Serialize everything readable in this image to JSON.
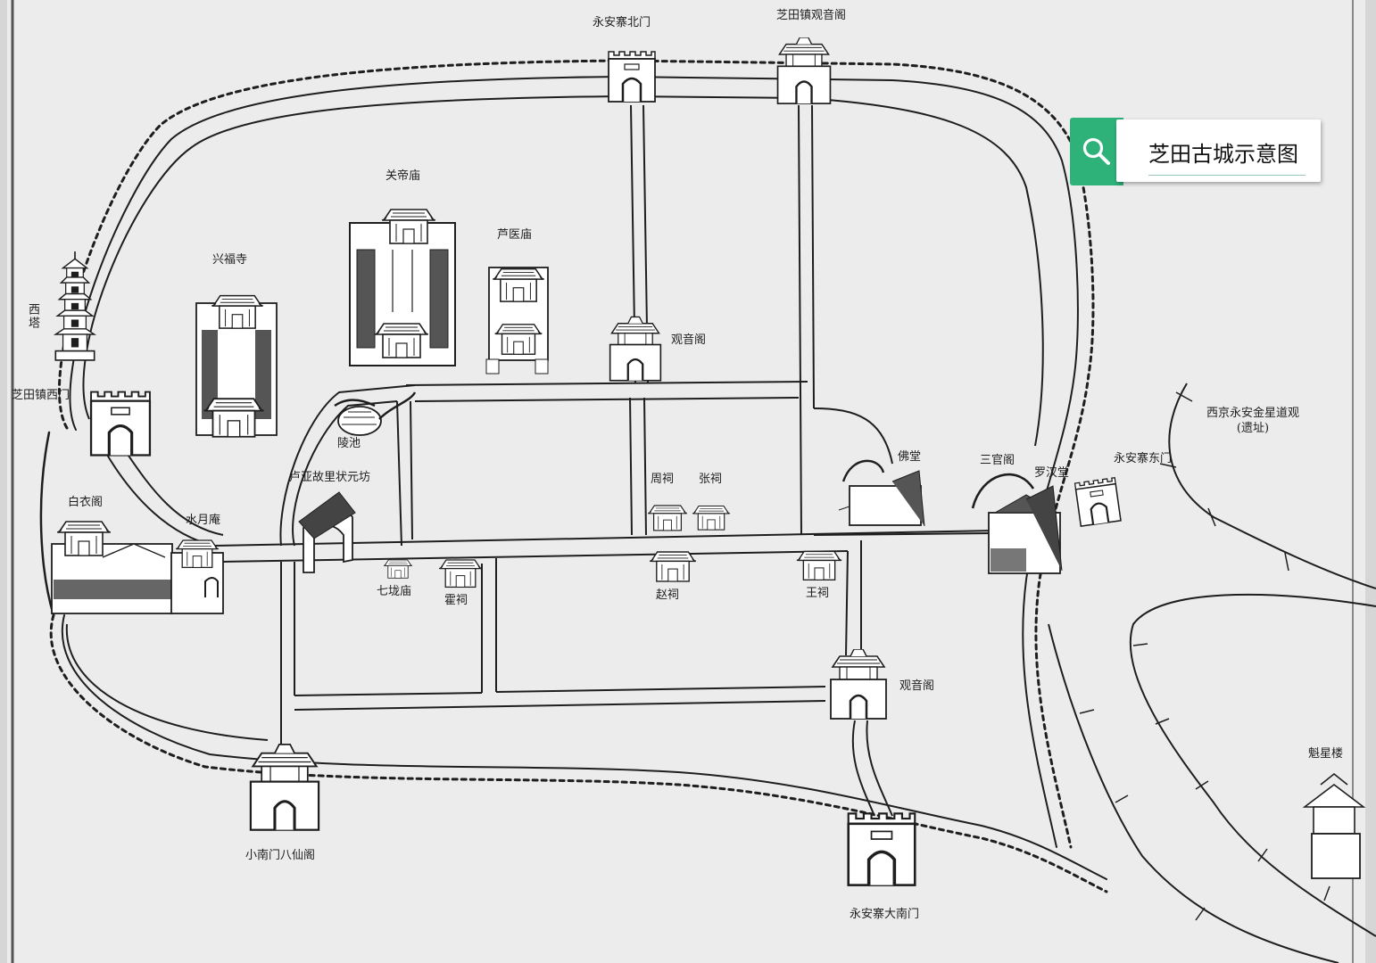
{
  "search_tag": {
    "text": "芝田古城示意图",
    "icon": "search-icon",
    "accent": "#2fb27a"
  },
  "colors": {
    "ink": "#1e1e1e",
    "paper": "#ededed",
    "overlay_bg": "#ffffff"
  },
  "labels": {
    "north_gate": "永安寨北门",
    "zhitian_guanyin": "芝田镇观音阁",
    "guandi": "关帝庙",
    "luyi": "芦医庙",
    "xingfu": "兴福寺",
    "west_pagoda": "西塔",
    "west_gate": "芝田镇西门",
    "guanyin_center": "观音阁",
    "lingchi": "陵池",
    "zhuangyuan": "卢亚故里状元坊",
    "baiyi": "白衣阁",
    "shuiyue": "水月庵",
    "zhou": "周祠",
    "zhang": "张祠",
    "fotang": "佛堂",
    "sanguan": "三官阁",
    "luohan": "罗汉堂",
    "east_gate": "永安寨东门",
    "daoguan_1": "西京永安金星道观",
    "daoguan_2": "(遗址)",
    "qihu": "七垅庙",
    "huo": "霍祠",
    "zhao": "赵祠",
    "wang": "王祠",
    "guanyin_south": "观音阁",
    "kuixing": "魁星楼",
    "xiaonan": "小南门八仙阁",
    "south_gate": "永安寨大南门"
  }
}
